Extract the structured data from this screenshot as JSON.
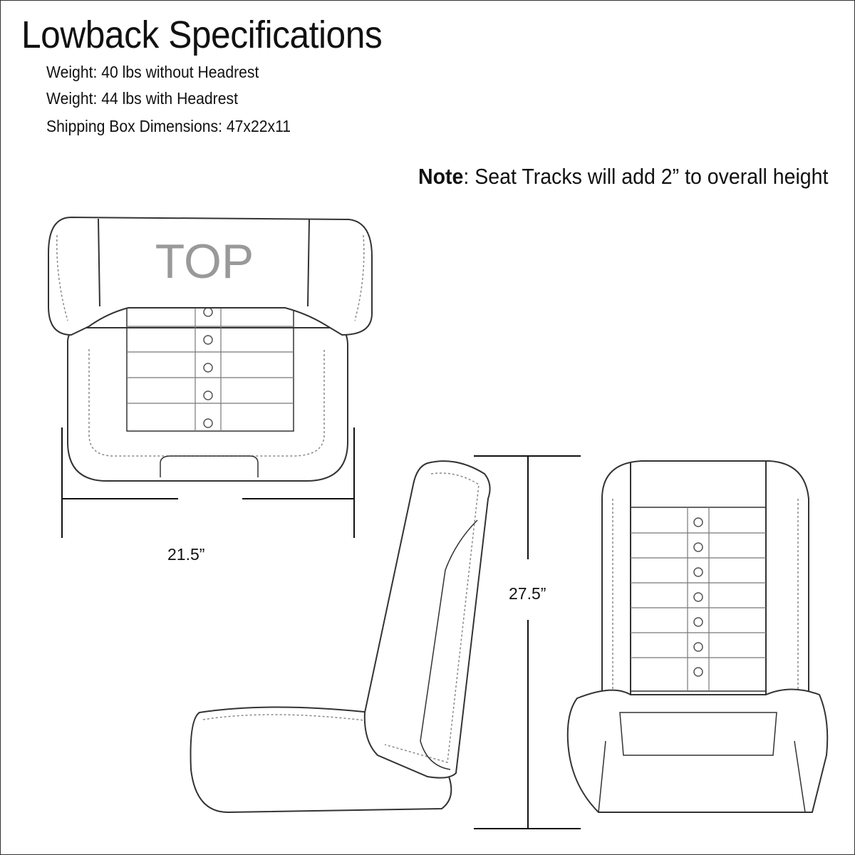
{
  "title": "Lowback Specifications",
  "specs": [
    "Weight: 40 lbs without Headrest",
    "Weight: 44 lbs with Headrest",
    "Shipping Box Dimensions: 47x22x11"
  ],
  "note": {
    "label": "Note",
    "text": ": Seat Tracks will add 2” to overall height"
  },
  "diagram": {
    "top_view_label": "TOP",
    "width_dimension": "21.5”",
    "height_dimension": "27.5”"
  }
}
